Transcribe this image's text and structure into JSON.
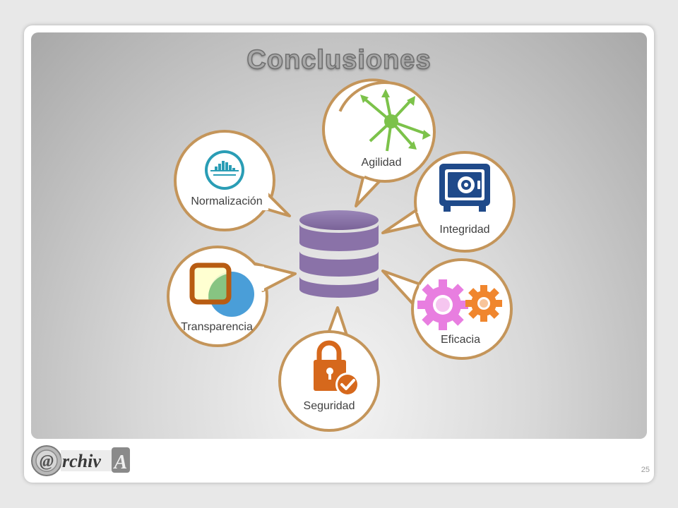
{
  "slide": {
    "title": "Conclusiones",
    "page_number": "25"
  },
  "concepts": {
    "agilidad": "Agilidad",
    "normalizacion": "Normalización",
    "integridad": "Integridad",
    "transparencia": "Transparencia",
    "eficacia": "Eficacia",
    "seguridad": "Seguridad"
  },
  "logo": {
    "text": "@rchivA"
  },
  "colors": {
    "bubble_border": "#c4955a",
    "database": "#8a72a8",
    "agilidad_icon": "#7cc24a",
    "normalizacion_icon": "#2a9db5",
    "integridad_icon": "#1f4a8a",
    "transparencia_square": "#b85c12",
    "transparencia_circle": "#4a9ed8",
    "eficacia_gear_left": "#e87ee0",
    "eficacia_gear_right": "#f0862e",
    "seguridad_icon": "#d6681c"
  }
}
